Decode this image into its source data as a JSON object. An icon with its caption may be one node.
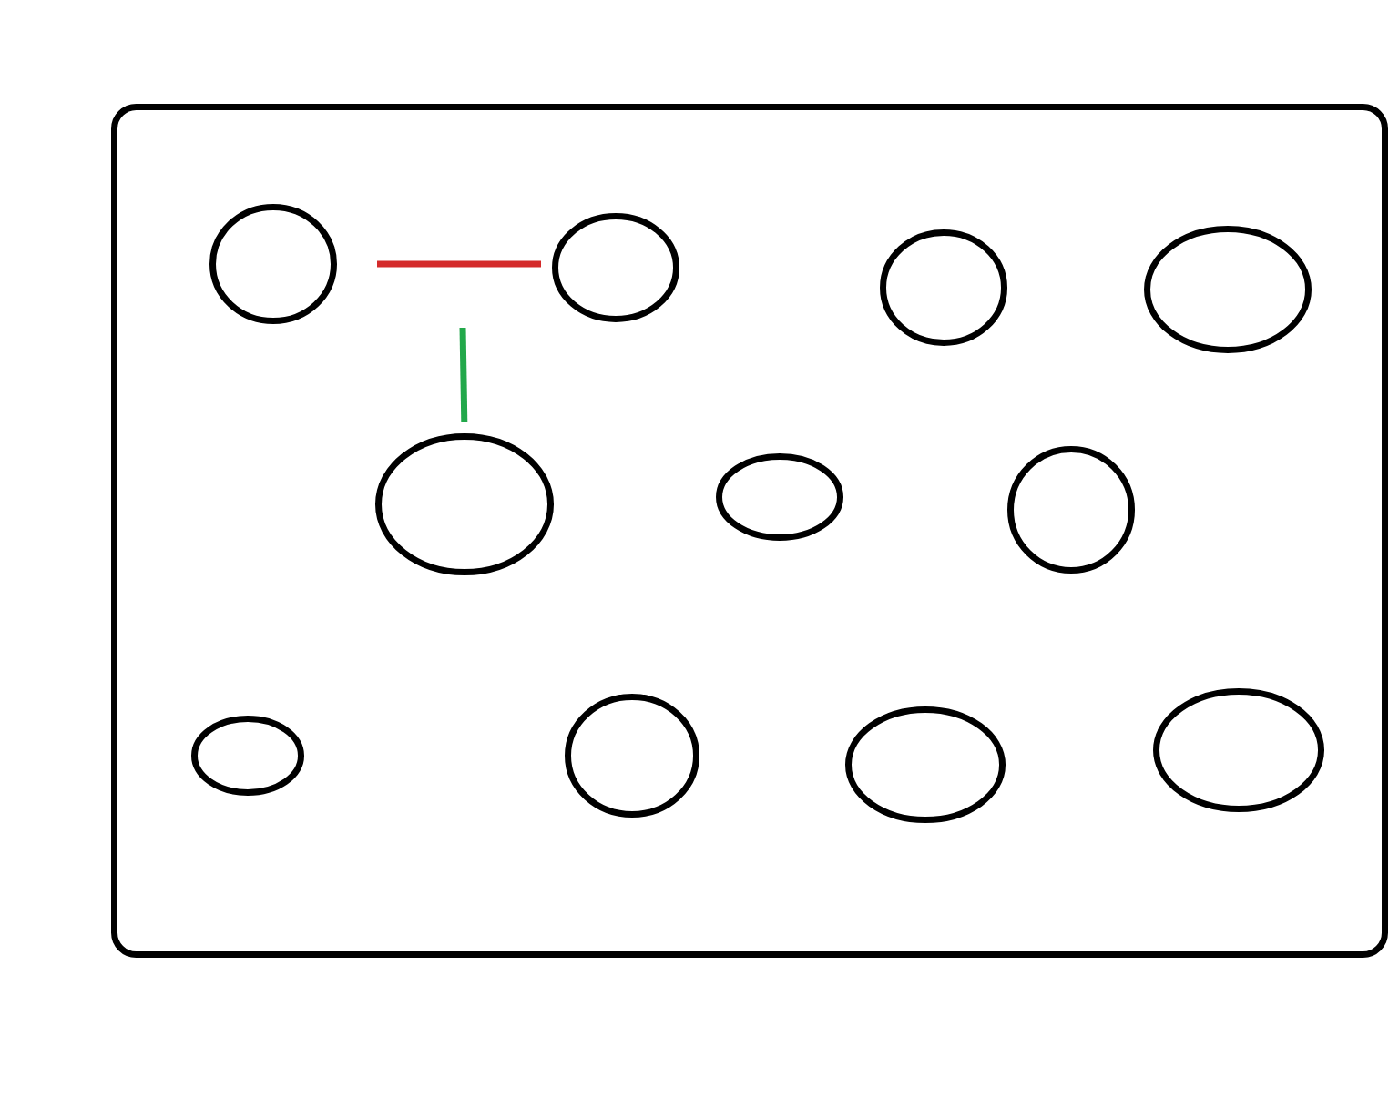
{
  "diagram": {
    "nodes": [
      {
        "text": [],
        "shape": "box"
      },
      {
        "text": [],
        "shape": "ellipse",
        "in": 0
      },
      {
        "text": [],
        "shape": "ellipse",
        "in": 0
      },
      {
        "text": [],
        "shape": "ellipse",
        "in": 0
      },
      {
        "text": [],
        "shape": "ellipse",
        "in": 0
      },
      {
        "text": [],
        "shape": "ellipse",
        "in": 0
      },
      {
        "text": [],
        "shape": "ellipse",
        "in": 0
      },
      {
        "text": [],
        "shape": "ellipse",
        "in": 0
      },
      {
        "text": [],
        "shape": "ellipse",
        "in": 0
      },
      {
        "text": [],
        "shape": "ellipse",
        "in": 0
      },
      {
        "text": [],
        "shape": "ellipse",
        "in": 0
      },
      {
        "text": [],
        "shape": "ellipse",
        "in": 0
      }
    ],
    "edges": [
      {
        "from": 1,
        "to": 2,
        "arrow": "none",
        "color": "#d42a2a"
      },
      {
        "from": null,
        "to": 5,
        "arrow": "none",
        "color": "#22a84a"
      }
    ]
  }
}
